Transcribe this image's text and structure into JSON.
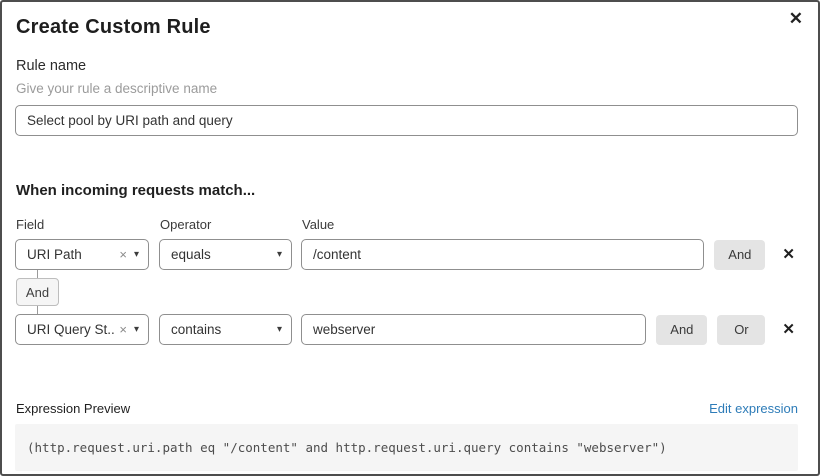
{
  "dialog": {
    "title": "Create Custom Rule",
    "close_icon": "✕"
  },
  "rule_name": {
    "label": "Rule name",
    "helper": "Give your rule a descriptive name",
    "value": "Select pool by URI path and query"
  },
  "match_section": {
    "heading": "When incoming requests match...",
    "columns": {
      "field": "Field",
      "operator": "Operator",
      "value": "Value"
    },
    "connector_label": "And",
    "glyphs": {
      "clear_icon": "×",
      "caret_icon": "▾",
      "delete_icon": "✕"
    },
    "rows": [
      {
        "field": "URI Path",
        "operator": "equals",
        "value": "/content",
        "and_label": "And"
      },
      {
        "field": "URI Query St...",
        "operator": "contains",
        "value": "webserver",
        "and_label": "And",
        "or_label": "Or"
      }
    ]
  },
  "expression": {
    "label": "Expression Preview",
    "edit_link": "Edit expression",
    "code": "(http.request.uri.path eq \"/content\" and http.request.uri.query contains \"webserver\")"
  },
  "colors": {
    "accent_link": "#2e7cb8",
    "button_bg": "#e4e4e4",
    "code_bg": "#f5f5f5",
    "border_gray": "#8f8f8f",
    "dialog_border": "#4e4e4e"
  }
}
